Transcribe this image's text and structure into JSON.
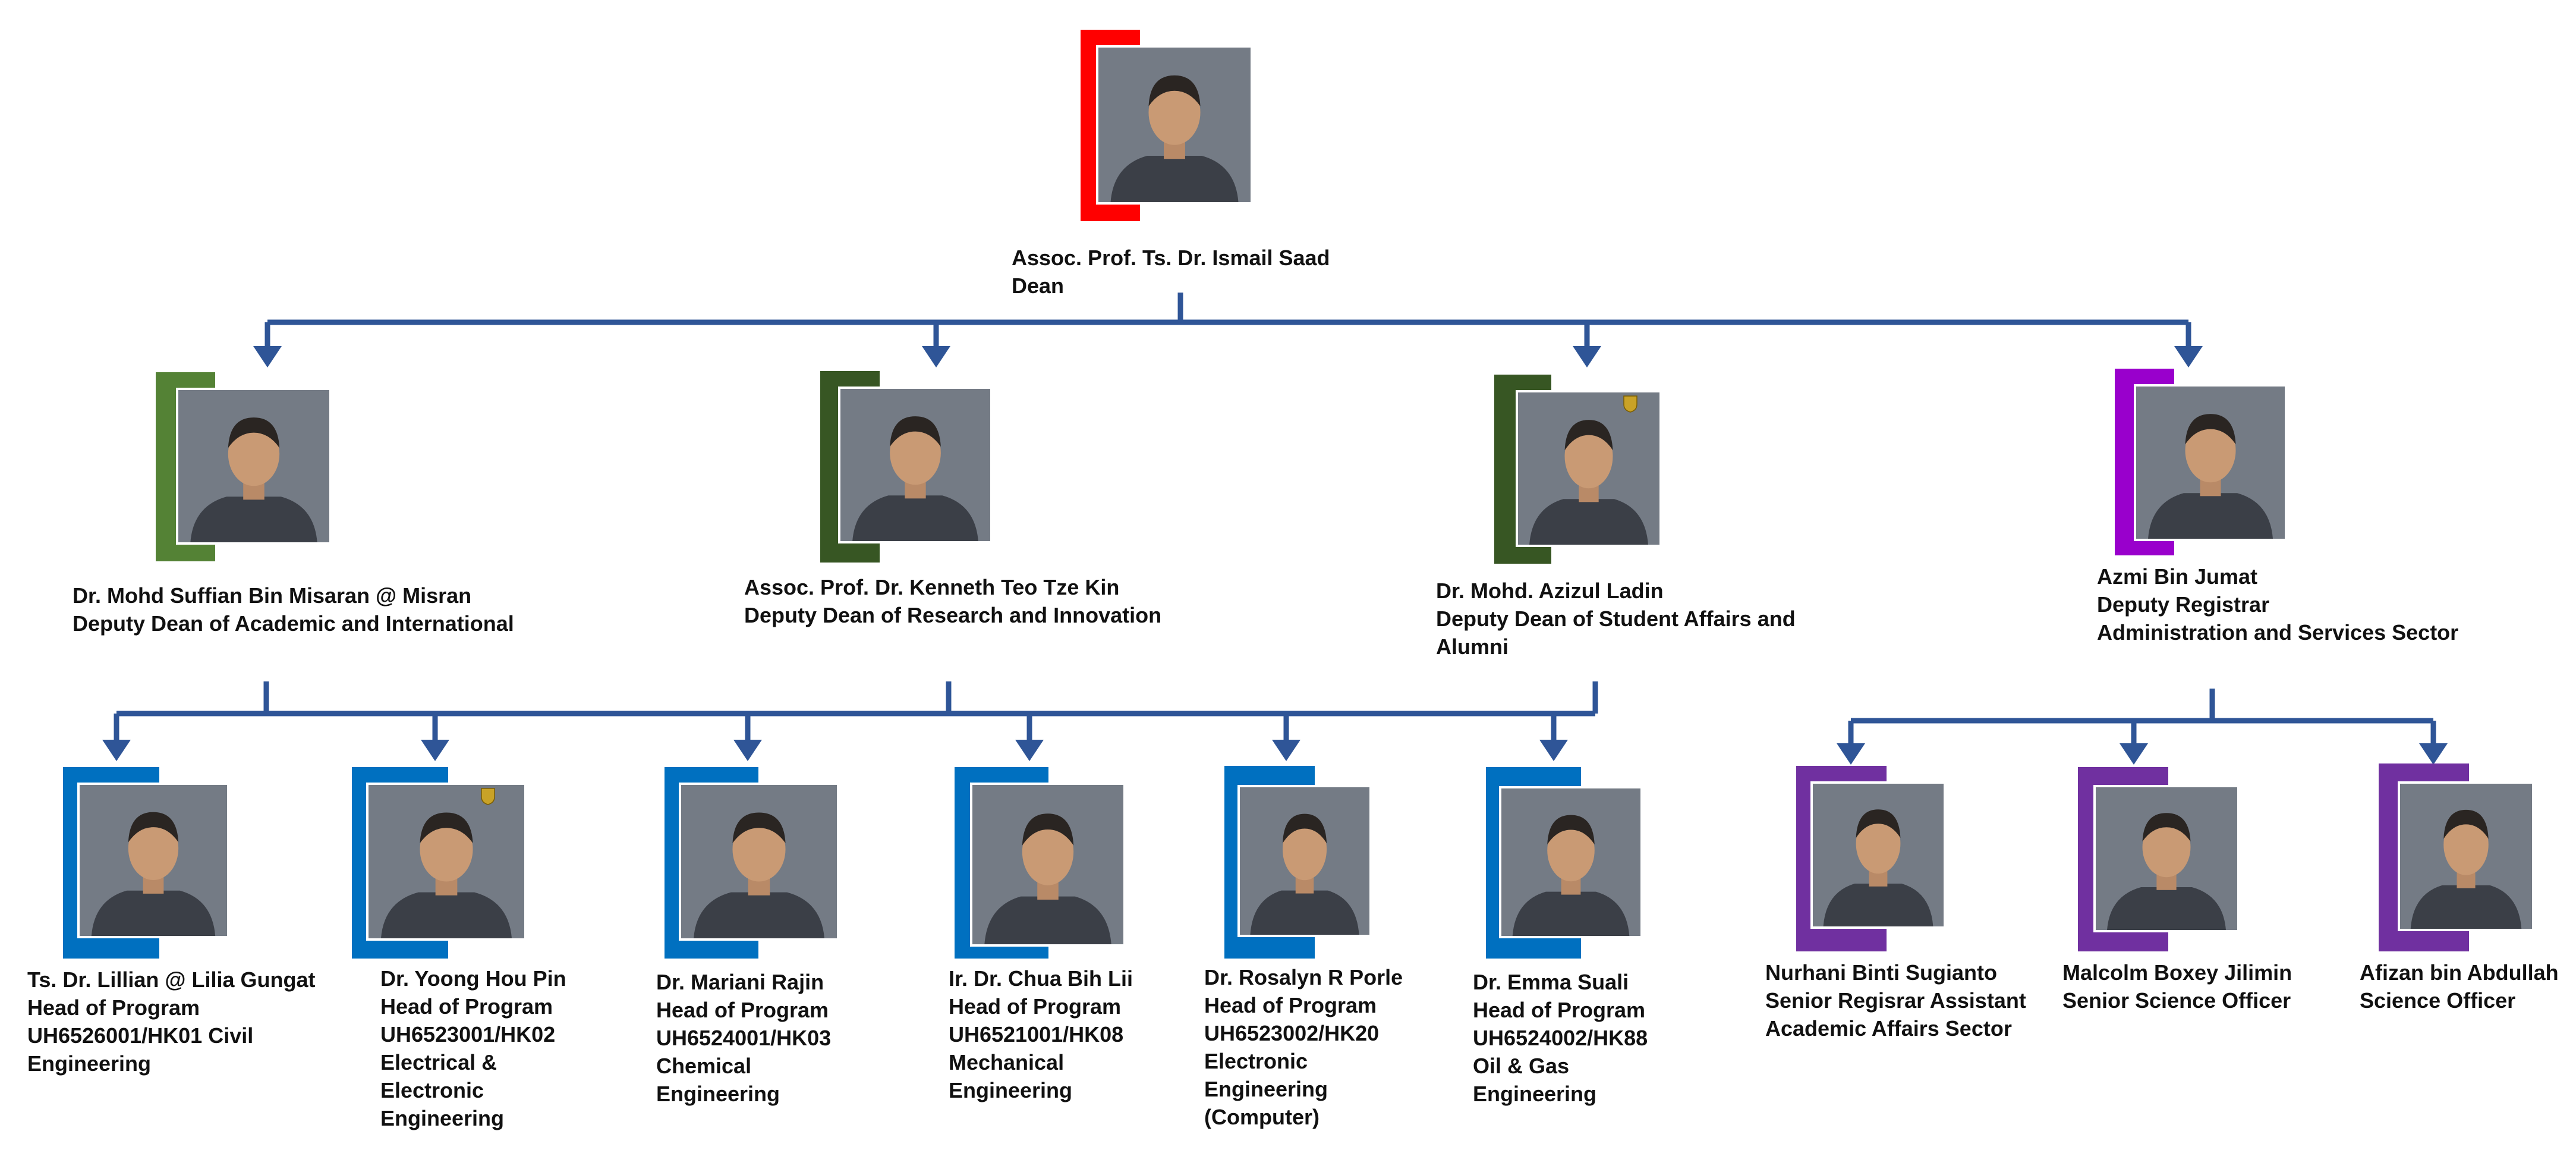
{
  "colors": {
    "connector": "#2f5597",
    "dean_frame": "#ff0000",
    "deputy_frame_light": "#548235",
    "deputy_frame_dark": "#375623",
    "registrar_frame": "#9900cc",
    "program_frame": "#0070c0",
    "staff_frame": "#7030a0"
  },
  "dean": {
    "lines": [
      "Assoc. Prof. Ts. Dr. Ismail Saad",
      "Dean"
    ]
  },
  "deputies": [
    {
      "lines": [
        "Dr. Mohd Suffian Bin Misaran @ Misran",
        "Deputy Dean of Academic and International"
      ]
    },
    {
      "lines": [
        "Assoc. Prof. Dr. Kenneth Teo Tze Kin",
        "Deputy Dean of Research and Innovation"
      ]
    },
    {
      "lines": [
        "Dr. Mohd. Azizul Ladin",
        "Deputy Dean of Student Affairs and",
        "Alumni"
      ]
    },
    {
      "lines": [
        "Azmi Bin Jumat",
        "Deputy Registrar",
        "Administration and Services Sector"
      ]
    }
  ],
  "programs": [
    {
      "lines": [
        "Ts. Dr. Lillian @ Lilia Gungat",
        "Head of Program",
        "UH6526001/HK01 Civil",
        "Engineering"
      ]
    },
    {
      "lines": [
        "Dr. Yoong Hou Pin",
        "Head of Program",
        "UH6523001/HK02",
        "Electrical &",
        "Electronic",
        "Engineering"
      ]
    },
    {
      "lines": [
        "Dr. Mariani Rajin",
        "Head of Program",
        "UH6524001/HK03",
        "Chemical",
        "Engineering"
      ]
    },
    {
      "lines": [
        "Ir. Dr. Chua Bih Lii",
        "Head of Program",
        "UH6521001/HK08",
        "Mechanical",
        "Engineering"
      ]
    },
    {
      "lines": [
        "Dr. Rosalyn R Porle",
        "Head of Program",
        "UH6523002/HK20",
        "Electronic",
        "Engineering",
        "(Computer)"
      ]
    },
    {
      "lines": [
        "Dr. Emma Suali",
        "Head of Program",
        "UH6524002/HK88",
        "Oil & Gas",
        "Engineering"
      ]
    }
  ],
  "staff": [
    {
      "lines": [
        "Nurhani Binti Sugianto",
        "Senior Regisrar Assistant",
        "Academic Affairs Sector"
      ]
    },
    {
      "lines": [
        "Malcolm Boxey Jilimin",
        "Senior Science Officer"
      ]
    },
    {
      "lines": [
        "Afizan bin Abdullah",
        "Science Officer"
      ]
    }
  ]
}
